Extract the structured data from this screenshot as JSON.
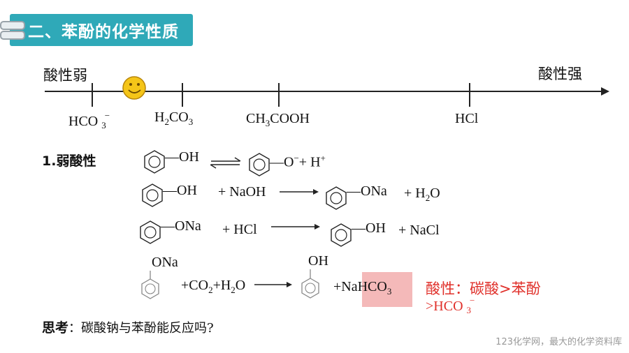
{
  "title": "二、苯酚的化学性质",
  "scale": {
    "weak_label": "酸性弱",
    "strong_label": "酸性强",
    "ticks": [
      {
        "label_main": "HCO",
        "label_sub": "3",
        "label_sup": "−"
      },
      {
        "label_main": "H",
        "label_sub": "2",
        "label_rest": "CO",
        "label_sub2": "3"
      },
      {
        "label_main": "CH",
        "label_sub": "3",
        "label_rest": "COOH"
      },
      {
        "label_main": "HCl"
      }
    ]
  },
  "section": {
    "heading": "1.弱酸性"
  },
  "eq1": {
    "left": "—OH",
    "right_ion": "—O",
    "right_ion_sup": "−",
    "plus_h": "+ H",
    "plus_h_sup": "+"
  },
  "eq2": {
    "left": "—OH",
    "reagent": "+ NaOH",
    "product": "—ONa",
    "plus": "+ H",
    "water_sub": "2",
    "water_o": "O"
  },
  "eq3": {
    "left": "—ONa",
    "reagent": "+ HCl",
    "product": "—OH",
    "plus": "+ NaCl"
  },
  "eq4": {
    "left_group": "ONa",
    "reagent": "+CO",
    "co2_sub": "2",
    "plus_h": "+H",
    "h2o_sub": "2",
    "h2o_o": "O",
    "product_group": "OH",
    "byproduct": "+NaHCO",
    "byproduct_sub": "3"
  },
  "conclusion": {
    "line1": "酸性：碳酸>苯酚",
    "line2": ">HCO",
    "line2_sub": "3",
    "line2_sup": "−"
  },
  "question": {
    "label": "思考",
    "text": "：碳酸钠与苯酚能反应吗?"
  },
  "footer": "123化学网，最大的化学资料库",
  "colors": {
    "title_bar": "#2fa9b8",
    "red_text": "#e0302a",
    "highlight": "#f4b9b9",
    "face": "#f5c518"
  }
}
